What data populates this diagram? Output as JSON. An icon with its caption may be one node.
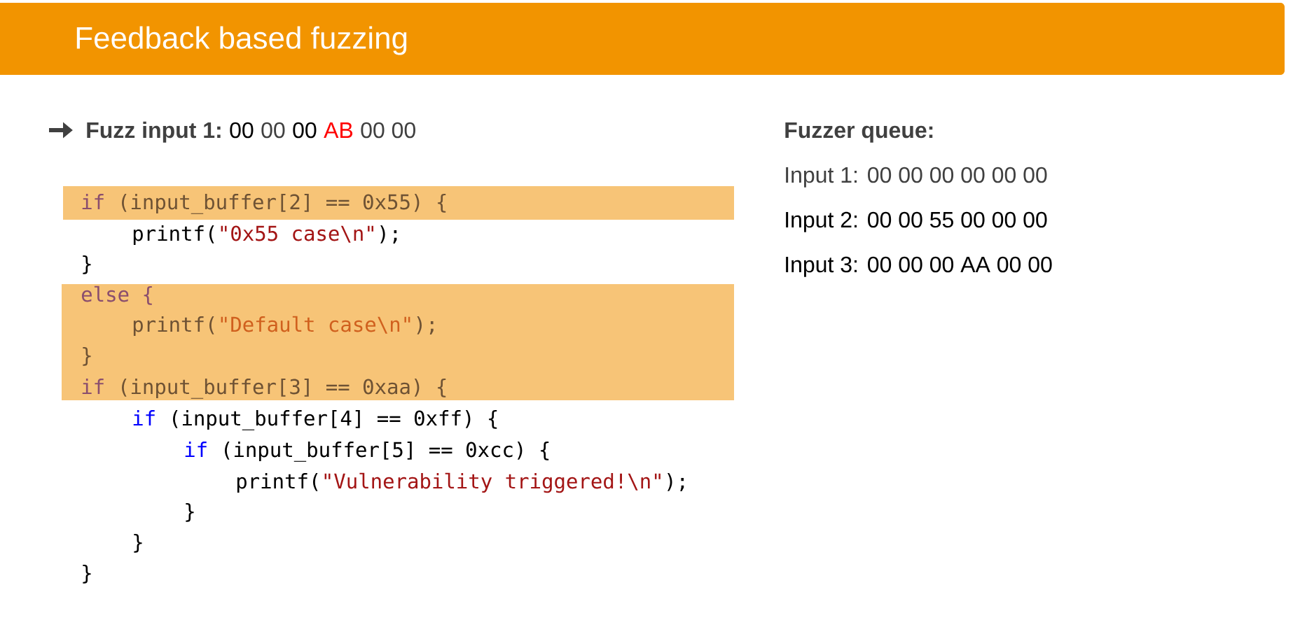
{
  "diagram": {
    "title": "Feedback based fuzzing",
    "labels": [
      "Fuzz input 1:",
      "00",
      "00",
      "00",
      "AB",
      "00 00",
      "if",
      "(input_buffer[2] == 0x55) {",
      "printf(",
      "\"0x55 case\\n\"",
      ");",
      "}",
      "else {",
      "printf(",
      "\"Default case\\n\"",
      ");",
      "}",
      "if",
      "(input_buffer[3] == 0xaa) {",
      "if",
      "(input_buffer[4] == 0xff) {",
      "if",
      "(input_buffer[5] == 0xcc) {",
      "printf(",
      "\"Vulnerability triggered!\\n\"",
      ");",
      "}",
      "}",
      "}",
      "Fuzzer queue:",
      "Input 1: 00 00 00 00 00 00",
      "Input 2: 00 00 55 00 00 00",
      "Input 3: 00 00 00 AA 00 00"
    ]
  }
}
